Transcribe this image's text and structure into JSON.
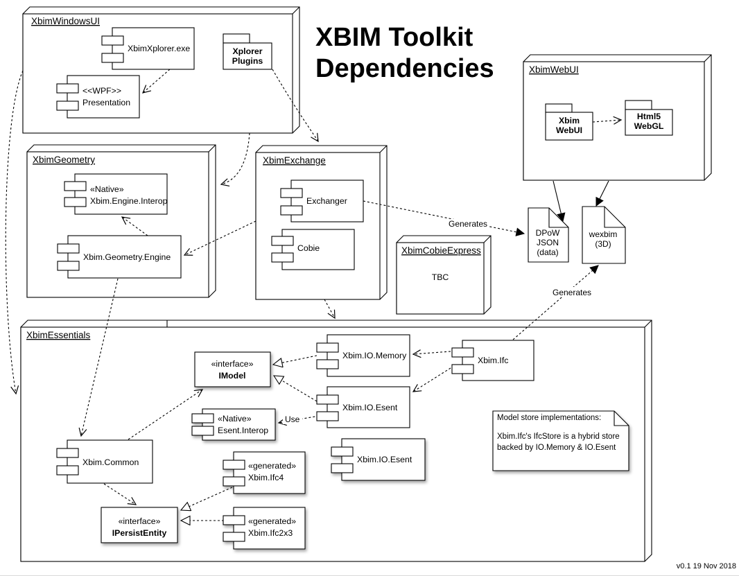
{
  "title": {
    "line1": "XBIM Toolkit",
    "line2": "Dependencies"
  },
  "version": "v0.1 19 Nov 2018",
  "packages": {
    "windowsui": {
      "label": "XbimWindowsUI"
    },
    "geometry": {
      "label": "XbimGeometry"
    },
    "exchange": {
      "label": "XbimExchange"
    },
    "webui": {
      "label": "XbimWebUI"
    },
    "cobie_express": {
      "label": "XbimCobieExpress",
      "body": "TBC"
    },
    "essentials": {
      "label": "XbimEssentials"
    }
  },
  "components": {
    "xplorer_exe": {
      "label": "XbimXplorer.exe"
    },
    "wpf_presentation": {
      "lines": [
        "<<WPF>>",
        "Presentation"
      ]
    },
    "engine_interop": {
      "lines": [
        "«Native»",
        "Xbim.Engine.Interop"
      ]
    },
    "geometry_engine": {
      "label": "Xbim.Geometry.Engine"
    },
    "exchanger": {
      "label": "Exchanger"
    },
    "cobie": {
      "label": "Cobie"
    },
    "io_memory": {
      "label": "Xbim.IO.Memory"
    },
    "xbim_ifc": {
      "label": "Xbim.Ifc"
    },
    "io_esent_upper": {
      "label": "Xbim.IO.Esent"
    },
    "esent_interop": {
      "lines": [
        "«Native»",
        "Esent.Interop"
      ]
    },
    "io_esent_lower": {
      "label": "Xbim.IO.Esent"
    },
    "xbim_common": {
      "label": "Xbim.Common"
    },
    "ifc4": {
      "lines": [
        "«generated»",
        "Xbim.Ifc4"
      ]
    },
    "ifc2x3": {
      "lines": [
        "«generated»",
        "Xbim.Ifc2x3"
      ]
    }
  },
  "interfaces": {
    "imodel": {
      "stereotype": "«interface»",
      "name": "IModel"
    },
    "ipersist": {
      "stereotype": "«interface»",
      "name": "IPersistEntity"
    }
  },
  "folders": {
    "xplorer_plugins": {
      "lines": [
        "Xplorer",
        "Plugins"
      ]
    },
    "xbim_webui": {
      "lines": [
        "Xbim",
        "WebUI"
      ]
    },
    "html5_webgl": {
      "lines": [
        "Html5",
        "WebGL"
      ]
    }
  },
  "documents": {
    "dpow": {
      "lines": [
        "DPoW",
        "JSON",
        "(data)"
      ]
    },
    "wexbim": {
      "lines": [
        "wexbim",
        "(3D)"
      ]
    }
  },
  "note": {
    "lines": [
      "Model store implementations:",
      "Xbim.Ifc's IfcStore is a hybrid store",
      "backed by IO.Memory & IO.Esent"
    ]
  },
  "edge_labels": {
    "generates_dpow": "Generates",
    "generates_wexbim": "Generates",
    "use": "Use"
  },
  "colors": {
    "stroke": "#000000",
    "background": "#ffffff",
    "shadow": "#b0b0b0"
  }
}
